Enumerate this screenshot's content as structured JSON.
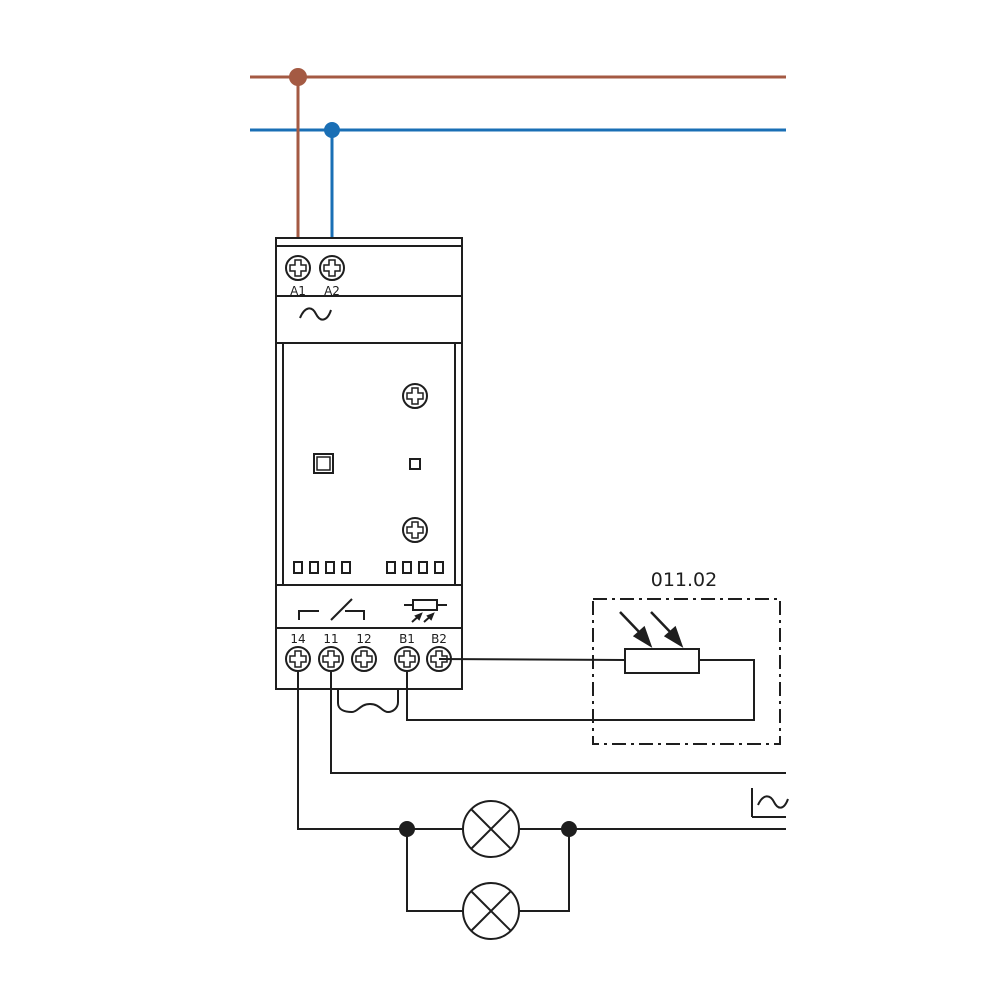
{
  "colors": {
    "line_brown": "#a45a43",
    "line_blue": "#1a6fb5",
    "ink": "#1e1e1e",
    "housing_fill": "#ffffff"
  },
  "terminals": {
    "supply": [
      "A1",
      "A2"
    ],
    "output": [
      "14",
      "11",
      "12",
      "B1",
      "B2"
    ]
  },
  "sensor_module": {
    "label": "011.02"
  },
  "icons": {
    "ac_symbol": "tilde-icon",
    "contact_symbol": "changeover-contact-icon",
    "sensor_symbol": "photoresistor-icon",
    "lamp_symbol": "lamp-icon"
  }
}
